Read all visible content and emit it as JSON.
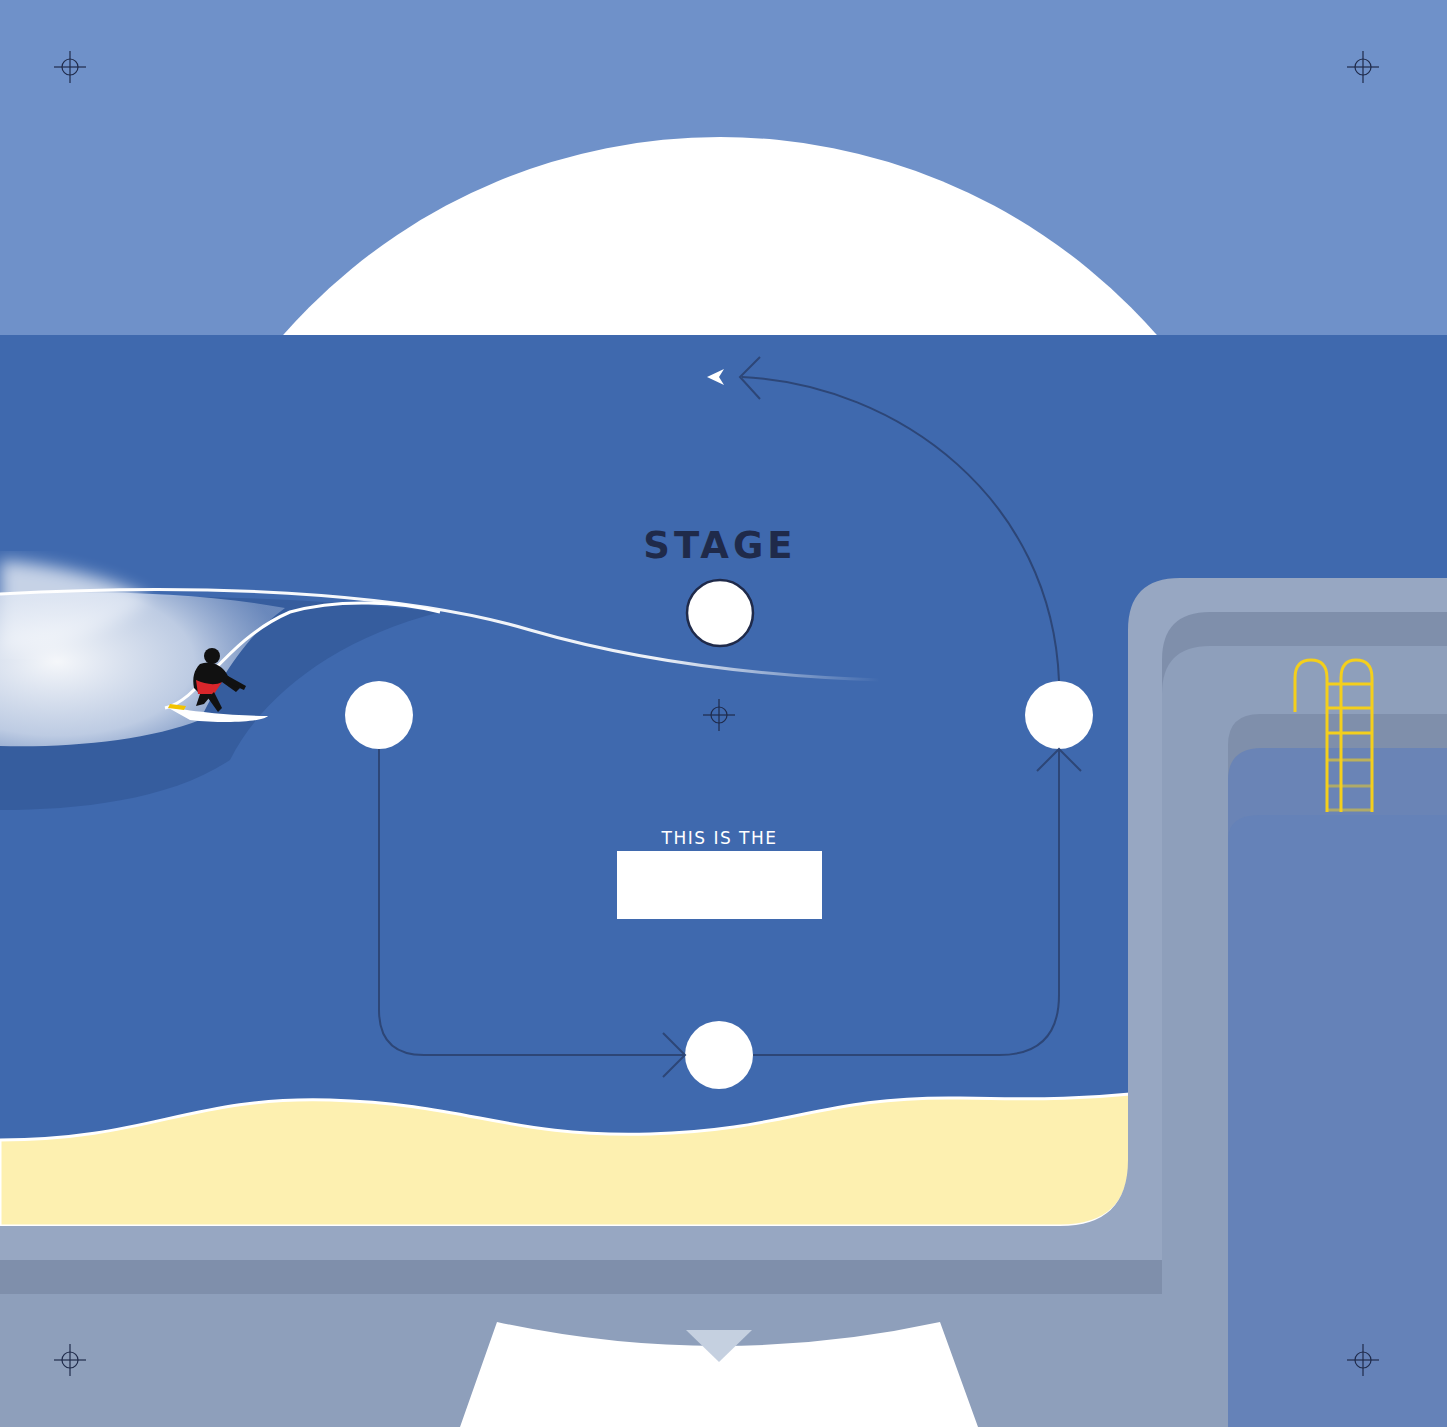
{
  "diagram": {
    "nodes": [
      {
        "text": [
          "STAGE"
        ]
      },
      {
        "text": []
      },
      {
        "text": []
      },
      {
        "text": [
          "THIS IS THE"
        ]
      },
      {
        "text": []
      }
    ],
    "edges": [
      {
        "from": 1,
        "to": 4,
        "arrow": "to"
      },
      {
        "from": 4,
        "to": 2,
        "arrow": "to"
      }
    ]
  }
}
